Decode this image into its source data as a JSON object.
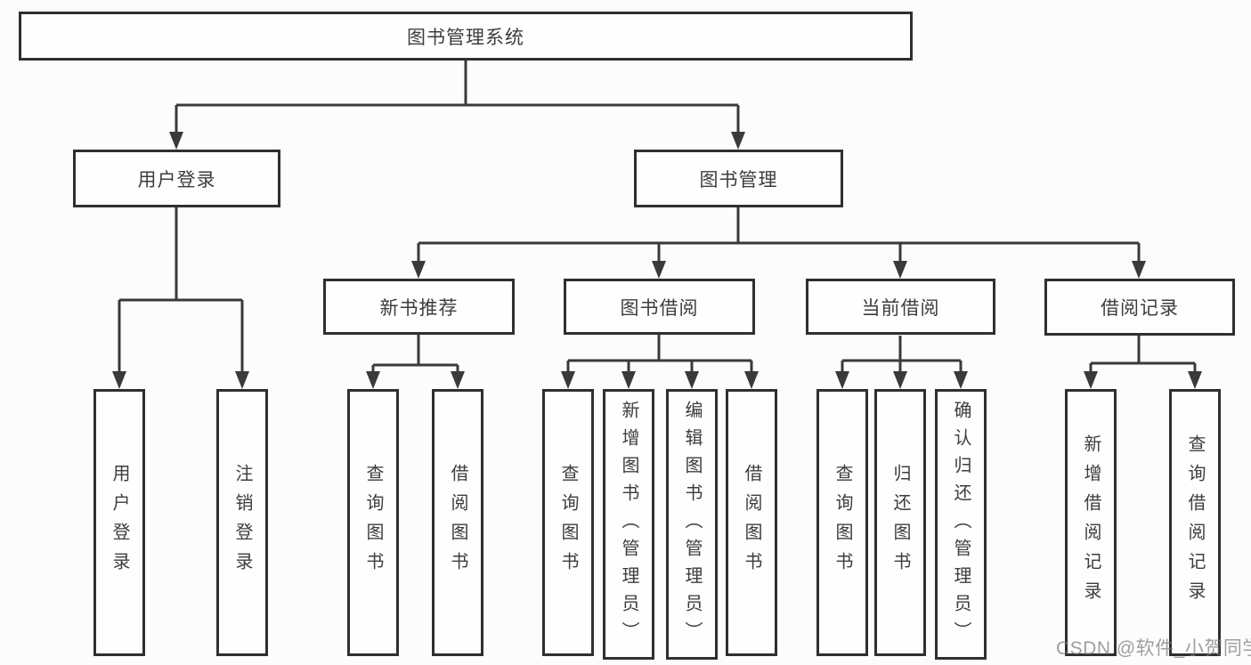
{
  "diagram": {
    "title": "图书管理系统",
    "tree": {
      "root": {
        "label": "图书管理系统"
      },
      "level2": [
        {
          "label": "用户登录",
          "children": [
            {
              "label": "用户登录"
            },
            {
              "label": "注销登录"
            }
          ]
        },
        {
          "label": "图书管理",
          "children": [
            {
              "label": "新书推荐",
              "children": [
                {
                  "label": "查询图书"
                },
                {
                  "label": "借阅图书"
                }
              ]
            },
            {
              "label": "图书借阅",
              "children": [
                {
                  "label": "查询图书"
                },
                {
                  "label": "新增图书（管理员）"
                },
                {
                  "label": "编辑图书（管理员）"
                },
                {
                  "label": "借阅图书"
                }
              ]
            },
            {
              "label": "当前借阅",
              "children": [
                {
                  "label": "查询图书"
                },
                {
                  "label": "归还图书"
                },
                {
                  "label": "确认归还（管理员）"
                }
              ]
            },
            {
              "label": "借阅记录",
              "children": [
                {
                  "label": "新增借阅记录"
                },
                {
                  "label": "查询借阅记录"
                }
              ]
            }
          ]
        }
      ]
    },
    "colors": {
      "connector": "#3a3a3a",
      "box_border": "#2f2f2f",
      "box_fill": "#fefefe",
      "label_text": "#3d3d3d",
      "watermark_text": "#7a7a7a",
      "background": "#fcfcfc"
    }
  },
  "watermark": {
    "text": "CSDN @软件_小贺同学"
  }
}
